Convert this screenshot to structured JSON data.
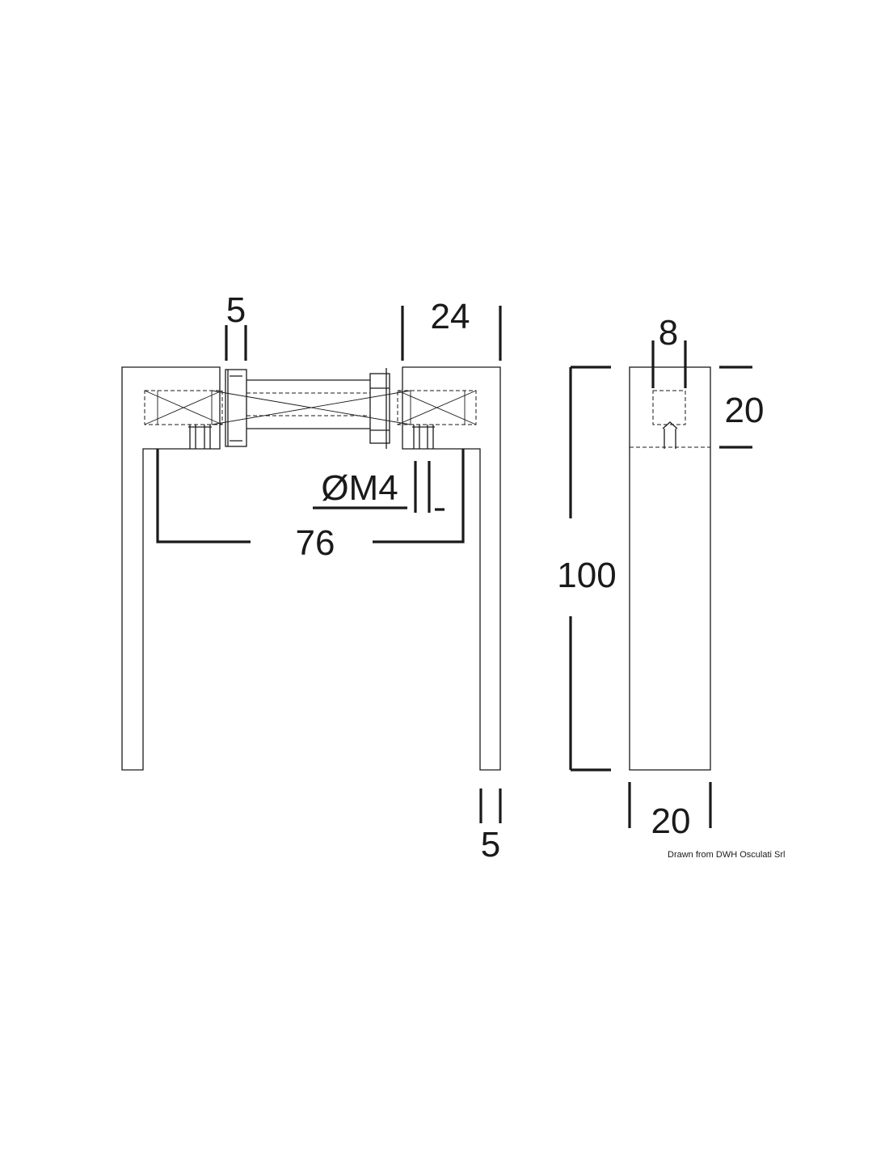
{
  "dimensions": {
    "front_wall_thickness": "5",
    "front_block_width": "24",
    "front_thread": "ØM4",
    "front_center_distance": "76",
    "front_bottom_thickness": "5",
    "side_hole_width": "8",
    "side_block_height": "20",
    "side_total_height": "100",
    "side_width": "20"
  },
  "credit": "Drawn from DWH Osculati Srl"
}
